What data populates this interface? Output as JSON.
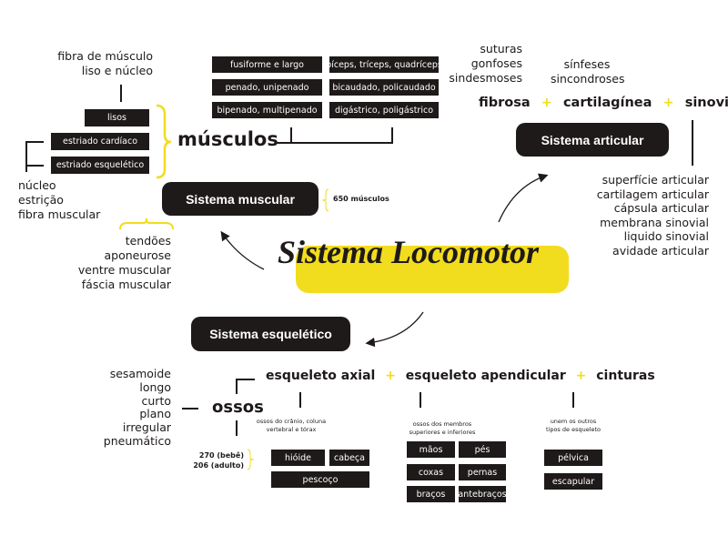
{
  "title": "Sistema Locomotor",
  "colors": {
    "accent": "#f2dc1e",
    "dark": "#1e1a19"
  },
  "muscular": {
    "node": "Sistema muscular",
    "count": "650 músculos",
    "heading": "músculos",
    "liso_note": [
      "fibra de músculo",
      "liso e núcleo"
    ],
    "types": [
      "lisos",
      "estriado cardíaco",
      "estriado esquelético"
    ],
    "estriado_note": [
      "núcleo",
      "estrição",
      "fibra muscular"
    ],
    "parts": [
      "tendões",
      "aponeurose",
      "ventre muscular",
      "fáscia muscular"
    ],
    "shapes": [
      "fusiforme e largo",
      "penado, unipenado",
      "bipenado, multipenado"
    ],
    "names": [
      "bíceps, tríceps, quadríceps",
      "bicaudado, policaudado",
      "digástrico, poligástrico"
    ]
  },
  "articular": {
    "node": "Sistema articular",
    "fibrosa_items": [
      "suturas",
      "gonfoses",
      "sindesmoses"
    ],
    "cartilaginea_items": [
      "sínfeses",
      "sincondroses"
    ],
    "types": [
      "fibrosa",
      "cartilagínea",
      "sinoviais"
    ],
    "plus": "+",
    "sinoviais_items": [
      "superfície articular",
      "cartilagem articular",
      "cápsula articular",
      "membrana sinovial",
      "liquido sinovial",
      "avidade articular"
    ]
  },
  "esqueletico": {
    "node": "Sistema esquelético",
    "heading": "ossos",
    "bone_types": [
      "sesamoide",
      "longo",
      "curto",
      "plano",
      "irregular",
      "pneumático"
    ],
    "counts": [
      "270 (bebê)",
      "206 (adulto)"
    ],
    "divisions": [
      "esqueleto axial",
      "esqueleto apendicular",
      "cinturas"
    ],
    "captions": [
      [
        "ossos do crânio, coluna",
        "vertebral e tórax"
      ],
      [
        "ossos dos membros",
        "superiores e inferiores"
      ],
      [
        "unem os outros",
        "tipos de esqueleto"
      ]
    ],
    "axial": [
      "hióide",
      "cabeça",
      "pescoço"
    ],
    "apendicular": [
      "mãos",
      "pés",
      "coxas",
      "pernas",
      "braços",
      "antebraços"
    ],
    "cinturas": [
      "pélvica",
      "escapular"
    ]
  }
}
